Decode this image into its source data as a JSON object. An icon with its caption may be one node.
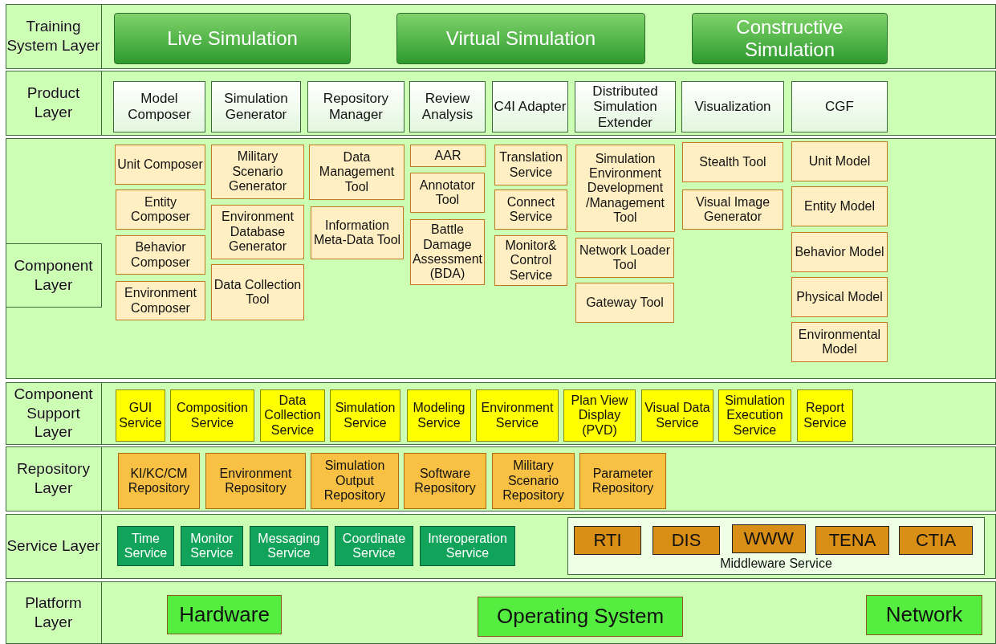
{
  "diagram": {
    "nodes": [
      {
        "text": [
          "Training System Layer"
        ]
      },
      {
        "text": [
          "Live Simulation"
        ],
        "in": 0
      },
      {
        "text": [
          "Virtual Simulation"
        ],
        "in": 0
      },
      {
        "text": [
          "Constructive Simulation"
        ],
        "in": 0
      },
      {
        "text": [
          "Product Layer"
        ]
      },
      {
        "text": [
          "Model Composer"
        ],
        "in": 4
      },
      {
        "text": [
          "Simulation Generator"
        ],
        "in": 4
      },
      {
        "text": [
          "Repository Manager"
        ],
        "in": 4
      },
      {
        "text": [
          "Review Analysis"
        ],
        "in": 4
      },
      {
        "text": [
          "C4I Adapter"
        ],
        "in": 4
      },
      {
        "text": [
          "Distributed Simulation Extender"
        ],
        "in": 4
      },
      {
        "text": [
          "Visualization"
        ],
        "in": 4
      },
      {
        "text": [
          "CGF"
        ],
        "in": 4
      },
      {
        "text": [
          "Component Layer"
        ]
      },
      {
        "text": [
          "Unit Composer"
        ],
        "in": 13
      },
      {
        "text": [
          "Entity Composer"
        ],
        "in": 13
      },
      {
        "text": [
          "Behavior Composer"
        ],
        "in": 13
      },
      {
        "text": [
          "Environment Composer"
        ],
        "in": 13
      },
      {
        "text": [
          "Military Scenario Generator"
        ],
        "in": 13
      },
      {
        "text": [
          "Environment Database Generator"
        ],
        "in": 13
      },
      {
        "text": [
          "Data Collection Tool"
        ],
        "in": 13
      },
      {
        "text": [
          "Data Management Tool"
        ],
        "in": 13
      },
      {
        "text": [
          "Information Meta-Data Tool"
        ],
        "in": 13
      },
      {
        "text": [
          "AAR"
        ],
        "in": 13
      },
      {
        "text": [
          "Annotator Tool"
        ],
        "in": 13
      },
      {
        "text": [
          "Battle Damage Assessment (BDA)"
        ],
        "in": 13
      },
      {
        "text": [
          "Translation Service"
        ],
        "in": 13
      },
      {
        "text": [
          "Connect Service"
        ],
        "in": 13
      },
      {
        "text": [
          "Monitor& Control Service"
        ],
        "in": 13
      },
      {
        "text": [
          "Simulation Environment Development /Management Tool"
        ],
        "in": 13
      },
      {
        "text": [
          "Network Loader Tool"
        ],
        "in": 13
      },
      {
        "text": [
          "Gateway Tool"
        ],
        "in": 13
      },
      {
        "text": [
          "Stealth Tool"
        ],
        "in": 13
      },
      {
        "text": [
          "Visual Image Generator"
        ],
        "in": 13
      },
      {
        "text": [
          "Unit Model"
        ],
        "in": 13
      },
      {
        "text": [
          "Entity Model"
        ],
        "in": 13
      },
      {
        "text": [
          "Behavior Model"
        ],
        "in": 13
      },
      {
        "text": [
          "Physical Model"
        ],
        "in": 13
      },
      {
        "text": [
          "Environmental Model"
        ],
        "in": 13
      },
      {
        "text": [
          "Component Support Layer"
        ]
      },
      {
        "text": [
          "GUI Service"
        ],
        "in": 39
      },
      {
        "text": [
          "Composition Service"
        ],
        "in": 39
      },
      {
        "text": [
          "Data Collection Service"
        ],
        "in": 39
      },
      {
        "text": [
          "Simulation Service"
        ],
        "in": 39
      },
      {
        "text": [
          "Modeling Service"
        ],
        "in": 39
      },
      {
        "text": [
          "Environment Service"
        ],
        "in": 39
      },
      {
        "text": [
          "Plan View Display (PVD)"
        ],
        "in": 39
      },
      {
        "text": [
          "Visual Data Service"
        ],
        "in": 39
      },
      {
        "text": [
          "Simulation Execution Service"
        ],
        "in": 39
      },
      {
        "text": [
          "Report Service"
        ],
        "in": 39
      },
      {
        "text": [
          "Repository Layer"
        ]
      },
      {
        "text": [
          "KI/KC/CM Repository"
        ],
        "in": 50
      },
      {
        "text": [
          "Environment Repository"
        ],
        "in": 50
      },
      {
        "text": [
          "Simulation Output Repository"
        ],
        "in": 50
      },
      {
        "text": [
          "Software Repository"
        ],
        "in": 50
      },
      {
        "text": [
          "Military Scenario Repository"
        ],
        "in": 50
      },
      {
        "text": [
          "Parameter Repository"
        ],
        "in": 50
      },
      {
        "text": [
          "Service Layer"
        ]
      },
      {
        "text": [
          "Time Service"
        ],
        "in": 57
      },
      {
        "text": [
          "Monitor Service"
        ],
        "in": 57
      },
      {
        "text": [
          "Messaging Service"
        ],
        "in": 57
      },
      {
        "text": [
          "Coordinate Service"
        ],
        "in": 57
      },
      {
        "text": [
          "Interoperation Service"
        ],
        "in": 57
      },
      {
        "text": [
          "Middleware Service"
        ],
        "in": 57
      },
      {
        "text": [
          "RTI"
        ],
        "in": 63
      },
      {
        "text": [
          "DIS"
        ],
        "in": 63
      },
      {
        "text": [
          "WWW"
        ],
        "in": 63
      },
      {
        "text": [
          "TENA"
        ],
        "in": 63
      },
      {
        "text": [
          "CTIA"
        ],
        "in": 63
      },
      {
        "text": [
          "Platform Layer"
        ]
      },
      {
        "text": [
          "Hardware"
        ],
        "in": 69
      },
      {
        "text": [
          "Operating System"
        ],
        "in": 69
      },
      {
        "text": [
          "Network"
        ],
        "in": 69
      }
    ]
  }
}
